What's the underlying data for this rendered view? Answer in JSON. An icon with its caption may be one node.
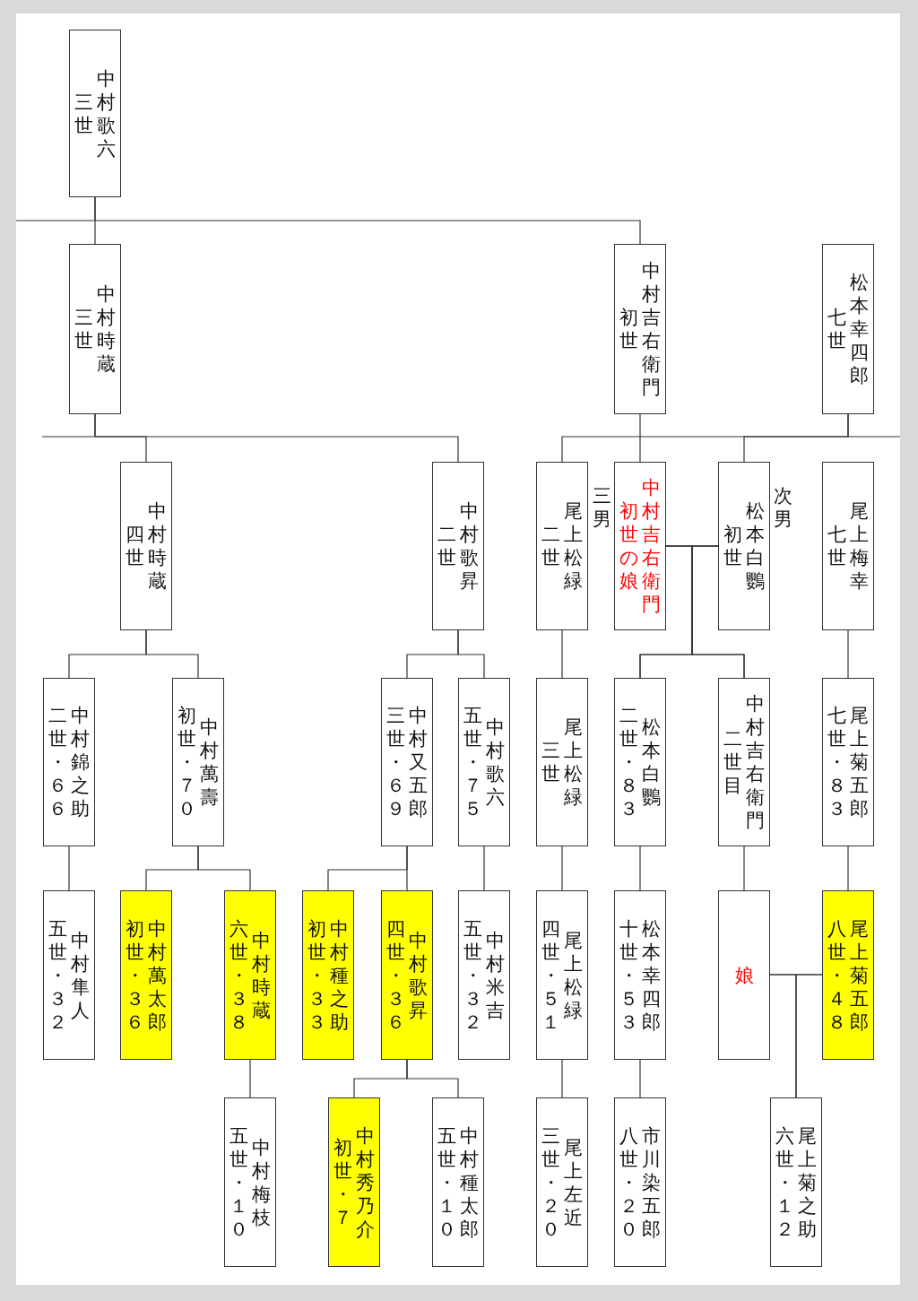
{
  "diagram": {
    "nodes": [
      {
        "text": [
          "三世",
          "中村歌六"
        ]
      },
      {
        "text": [
          "三世",
          "中村時蔵"
        ]
      },
      {
        "text": [
          "初世",
          "中村吉右衛門"
        ]
      },
      {
        "text": [
          "七世",
          "松本幸四郎"
        ]
      },
      {
        "text": [
          "四世",
          "中村時蔵"
        ]
      },
      {
        "text": [
          "二世",
          "中村歌昇"
        ]
      },
      {
        "text": [
          "二世",
          "尾上松緑"
        ],
        "beside": [
          "三男"
        ]
      },
      {
        "text": [
          "初世の娘",
          "中村吉右衛門"
        ]
      },
      {
        "text": [
          "初世",
          "松本白鸚"
        ],
        "beside": [
          "次男"
        ]
      },
      {
        "text": [
          "七世",
          "尾上梅幸"
        ]
      },
      {
        "text": [
          "二世・６６",
          "中村錦之助"
        ]
      },
      {
        "text": [
          "初世・７０",
          "中村萬壽"
        ]
      },
      {
        "text": [
          "三世・６９",
          "中村又五郎"
        ]
      },
      {
        "text": [
          "五世・７５",
          "中村歌六"
        ]
      },
      {
        "text": [
          "三世",
          "尾上松緑"
        ]
      },
      {
        "text": [
          "二世・８３",
          "松本白鸚"
        ]
      },
      {
        "text": [
          "二世目",
          "中村吉右衛門"
        ]
      },
      {
        "text": [
          "七世・８３",
          "尾上菊五郎"
        ]
      },
      {
        "text": [
          "五世・３２",
          "中村隼人"
        ]
      },
      {
        "text": [
          "初世・３６",
          "中村萬太郎"
        ]
      },
      {
        "text": [
          "六世・３８",
          "中村時蔵"
        ]
      },
      {
        "text": [
          "初世・３３",
          "中村種之助"
        ]
      },
      {
        "text": [
          "四世・３６",
          "中村歌昇"
        ]
      },
      {
        "text": [
          "五世・３２",
          "中村米吉"
        ]
      },
      {
        "text": [
          "四世・５１",
          "尾上松緑"
        ]
      },
      {
        "text": [
          "十世・５３",
          "松本幸四郎"
        ]
      },
      {
        "text": [
          "娘"
        ]
      },
      {
        "text": [
          "八世・４８",
          "尾上菊五郎"
        ]
      },
      {
        "text": [
          "五世・１０",
          "中村梅枝"
        ]
      },
      {
        "text": [
          "初世・７",
          "中村秀乃介"
        ]
      },
      {
        "text": [
          "五世・１０",
          "中村種太郎"
        ]
      },
      {
        "text": [
          "三世・２０",
          "尾上左近"
        ]
      },
      {
        "text": [
          "八世・２０",
          "市川染五郎"
        ]
      },
      {
        "text": [
          "六世・１２",
          "尾上菊之助"
        ]
      }
    ],
    "edges": [
      {
        "from": 0,
        "to": 1,
        "arrow": "none"
      },
      {
        "from": 0,
        "to": 2,
        "arrow": "none"
      },
      {
        "from": 1,
        "to": 4,
        "arrow": "none"
      },
      {
        "from": 1,
        "to": 5,
        "arrow": "none"
      },
      {
        "from": 3,
        "to": 6,
        "arrow": "none"
      },
      {
        "from": 2,
        "to": 7,
        "arrow": "none"
      },
      {
        "from": 3,
        "to": 8,
        "arrow": "none"
      },
      {
        "from": 7,
        "to": 8,
        "arrow": "none"
      },
      {
        "from": 7,
        "to": 15,
        "arrow": "none"
      },
      {
        "from": 7,
        "to": 16,
        "arrow": "none"
      },
      {
        "from": 8,
        "to": 15,
        "arrow": "none"
      },
      {
        "from": 8,
        "to": 16,
        "arrow": "none"
      },
      {
        "from": 4,
        "to": 10,
        "arrow": "none"
      },
      {
        "from": 4,
        "to": 11,
        "arrow": "none"
      },
      {
        "from": 5,
        "to": 12,
        "arrow": "none"
      },
      {
        "from": 5,
        "to": 13,
        "arrow": "none"
      },
      {
        "from": 6,
        "to": 14,
        "arrow": "none"
      },
      {
        "from": 9,
        "to": 17,
        "arrow": "none"
      },
      {
        "from": 10,
        "to": 18,
        "arrow": "none"
      },
      {
        "from": 11,
        "to": 19,
        "arrow": "none"
      },
      {
        "from": 11,
        "to": 20,
        "arrow": "none"
      },
      {
        "from": 12,
        "to": 21,
        "arrow": "none"
      },
      {
        "from": 12,
        "to": 22,
        "arrow": "none"
      },
      {
        "from": 13,
        "to": 23,
        "arrow": "none"
      },
      {
        "from": 14,
        "to": 24,
        "arrow": "none"
      },
      {
        "from": 15,
        "to": 25,
        "arrow": "none"
      },
      {
        "from": 16,
        "to": 26,
        "arrow": "none"
      },
      {
        "from": 17,
        "to": 27,
        "arrow": "none"
      },
      {
        "from": 26,
        "to": 27,
        "arrow": "none"
      },
      {
        "from": 26,
        "to": 33,
        "arrow": "none"
      },
      {
        "from": 27,
        "to": 33,
        "arrow": "none"
      },
      {
        "from": 20,
        "to": 28,
        "arrow": "none"
      },
      {
        "from": 22,
        "to": 29,
        "arrow": "none"
      },
      {
        "from": 22,
        "to": 30,
        "arrow": "none"
      },
      {
        "from": 24,
        "to": 31,
        "arrow": "none"
      },
      {
        "from": 25,
        "to": 32,
        "arrow": "none"
      }
    ]
  }
}
